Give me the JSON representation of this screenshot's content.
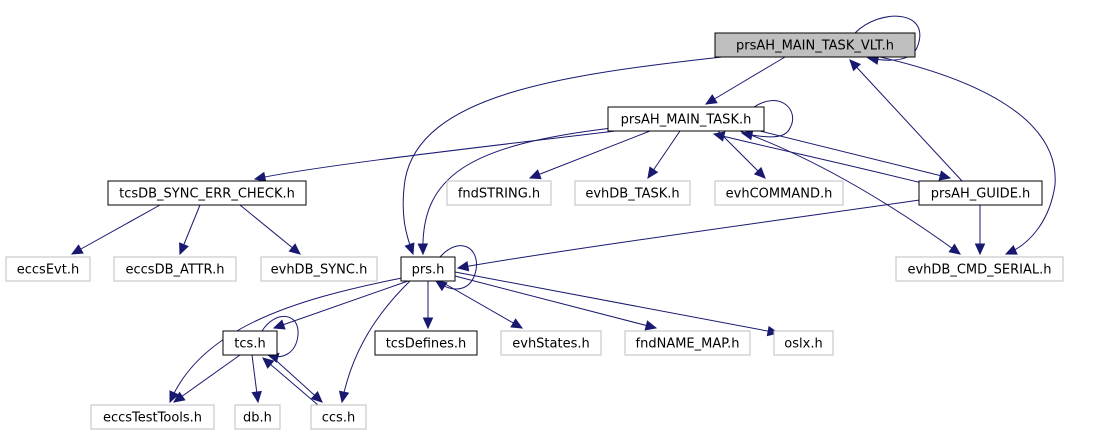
{
  "colors": {
    "edge": "#191970",
    "root_fill": "#bfbfbf",
    "root_stroke": "#000000",
    "documented_stroke": "#000000",
    "undocumented_stroke": "#bfbfbf",
    "node_fill": "#ffffff"
  },
  "nodes": [
    {
      "id": "prsAH_MAIN_TASK_VLT",
      "label": "prsAH_MAIN_TASK_VLT.h",
      "kind": "root"
    },
    {
      "id": "prsAH_MAIN_TASK",
      "label": "prsAH_MAIN_TASK.h",
      "kind": "documented"
    },
    {
      "id": "tcsDB_SYNC_ERR_CHECK",
      "label": "tcsDB_SYNC_ERR_CHECK.h",
      "kind": "documented"
    },
    {
      "id": "fndSTRING",
      "label": "fndSTRING.h",
      "kind": "undocumented"
    },
    {
      "id": "evhDB_TASK",
      "label": "evhDB_TASK.h",
      "kind": "undocumented"
    },
    {
      "id": "evhCOMMAND",
      "label": "evhCOMMAND.h",
      "kind": "undocumented"
    },
    {
      "id": "prsAH_GUIDE",
      "label": "prsAH_GUIDE.h",
      "kind": "documented"
    },
    {
      "id": "eccsEvt",
      "label": "eccsEvt.h",
      "kind": "undocumented"
    },
    {
      "id": "eccsDB_ATTR",
      "label": "eccsDB_ATTR.h",
      "kind": "undocumented"
    },
    {
      "id": "evhDB_SYNC",
      "label": "evhDB_SYNC.h",
      "kind": "undocumented"
    },
    {
      "id": "prs",
      "label": "prs.h",
      "kind": "documented"
    },
    {
      "id": "evhDB_CMD_SERIAL",
      "label": "evhDB_CMD_SERIAL.h",
      "kind": "undocumented"
    },
    {
      "id": "tcs",
      "label": "tcs.h",
      "kind": "documented"
    },
    {
      "id": "tcsDefines",
      "label": "tcsDefines.h",
      "kind": "documented"
    },
    {
      "id": "evhStates",
      "label": "evhStates.h",
      "kind": "undocumented"
    },
    {
      "id": "fndNAME_MAP",
      "label": "fndNAME_MAP.h",
      "kind": "undocumented"
    },
    {
      "id": "oslx",
      "label": "oslx.h",
      "kind": "undocumented"
    },
    {
      "id": "eccsTestTools",
      "label": "eccsTestTools.h",
      "kind": "undocumented"
    },
    {
      "id": "db",
      "label": "db.h",
      "kind": "undocumented"
    },
    {
      "id": "ccs",
      "label": "ccs.h",
      "kind": "undocumented"
    }
  ],
  "edges": [
    {
      "from": "prsAH_MAIN_TASK_VLT",
      "to": "prsAH_MAIN_TASK_VLT"
    },
    {
      "from": "prsAH_MAIN_TASK_VLT",
      "to": "prsAH_MAIN_TASK"
    },
    {
      "from": "prsAH_MAIN_TASK_VLT",
      "to": "prs"
    },
    {
      "from": "prsAH_MAIN_TASK_VLT",
      "to": "evhDB_CMD_SERIAL"
    },
    {
      "from": "prsAH_GUIDE",
      "to": "prsAH_MAIN_TASK_VLT"
    },
    {
      "from": "prsAH_MAIN_TASK",
      "to": "prsAH_MAIN_TASK"
    },
    {
      "from": "prsAH_MAIN_TASK",
      "to": "tcsDB_SYNC_ERR_CHECK"
    },
    {
      "from": "prsAH_MAIN_TASK",
      "to": "fndSTRING"
    },
    {
      "from": "prsAH_MAIN_TASK",
      "to": "evhDB_TASK"
    },
    {
      "from": "prsAH_MAIN_TASK",
      "to": "evhCOMMAND"
    },
    {
      "from": "prsAH_MAIN_TASK",
      "to": "prsAH_GUIDE"
    },
    {
      "from": "prsAH_MAIN_TASK",
      "to": "prs"
    },
    {
      "from": "prsAH_MAIN_TASK",
      "to": "evhDB_CMD_SERIAL"
    },
    {
      "from": "prsAH_GUIDE",
      "to": "prsAH_MAIN_TASK"
    },
    {
      "from": "tcsDB_SYNC_ERR_CHECK",
      "to": "eccsEvt"
    },
    {
      "from": "tcsDB_SYNC_ERR_CHECK",
      "to": "eccsDB_ATTR"
    },
    {
      "from": "tcsDB_SYNC_ERR_CHECK",
      "to": "evhDB_SYNC"
    },
    {
      "from": "prsAH_GUIDE",
      "to": "prs"
    },
    {
      "from": "prsAH_GUIDE",
      "to": "evhDB_CMD_SERIAL"
    },
    {
      "from": "prs",
      "to": "prs"
    },
    {
      "from": "prs",
      "to": "tcs"
    },
    {
      "from": "prs",
      "to": "tcsDefines"
    },
    {
      "from": "prs",
      "to": "evhStates"
    },
    {
      "from": "prs",
      "to": "fndNAME_MAP"
    },
    {
      "from": "prs",
      "to": "oslx"
    },
    {
      "from": "prs",
      "to": "eccsTestTools"
    },
    {
      "from": "prs",
      "to": "ccs"
    },
    {
      "from": "tcs",
      "to": "tcs"
    },
    {
      "from": "tcs",
      "to": "eccsTestTools"
    },
    {
      "from": "tcs",
      "to": "db"
    },
    {
      "from": "tcs",
      "to": "ccs"
    },
    {
      "from": "ccs",
      "to": "tcs"
    }
  ]
}
